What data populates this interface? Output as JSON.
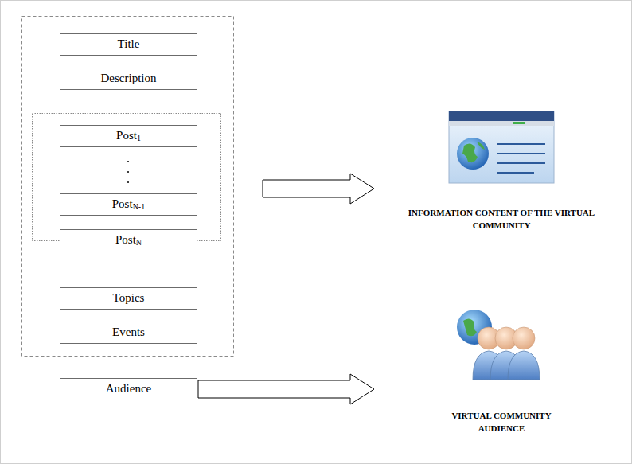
{
  "diagram": {
    "nodes": [
      {
        "text": [
          "Title"
        ]
      },
      {
        "text": [
          "Description"
        ]
      },
      {
        "text": [
          "Post1"
        ]
      },
      {
        "text": [
          "PostN-1"
        ]
      },
      {
        "text": [
          "PostN"
        ]
      },
      {
        "text": [
          "Topics"
        ]
      },
      {
        "text": [
          "Events"
        ]
      },
      {
        "text": [
          "Audience"
        ]
      },
      {
        "text": [
          "INFORMATION CONTENT OF THE VIRTUAL COMMUNITY"
        ]
      },
      {
        "text": [
          "VIRTUAL COMMUNITY AUDIENCE"
        ]
      }
    ],
    "edges": [
      {
        "from": 7,
        "to": 9,
        "arrow": "to"
      }
    ]
  }
}
